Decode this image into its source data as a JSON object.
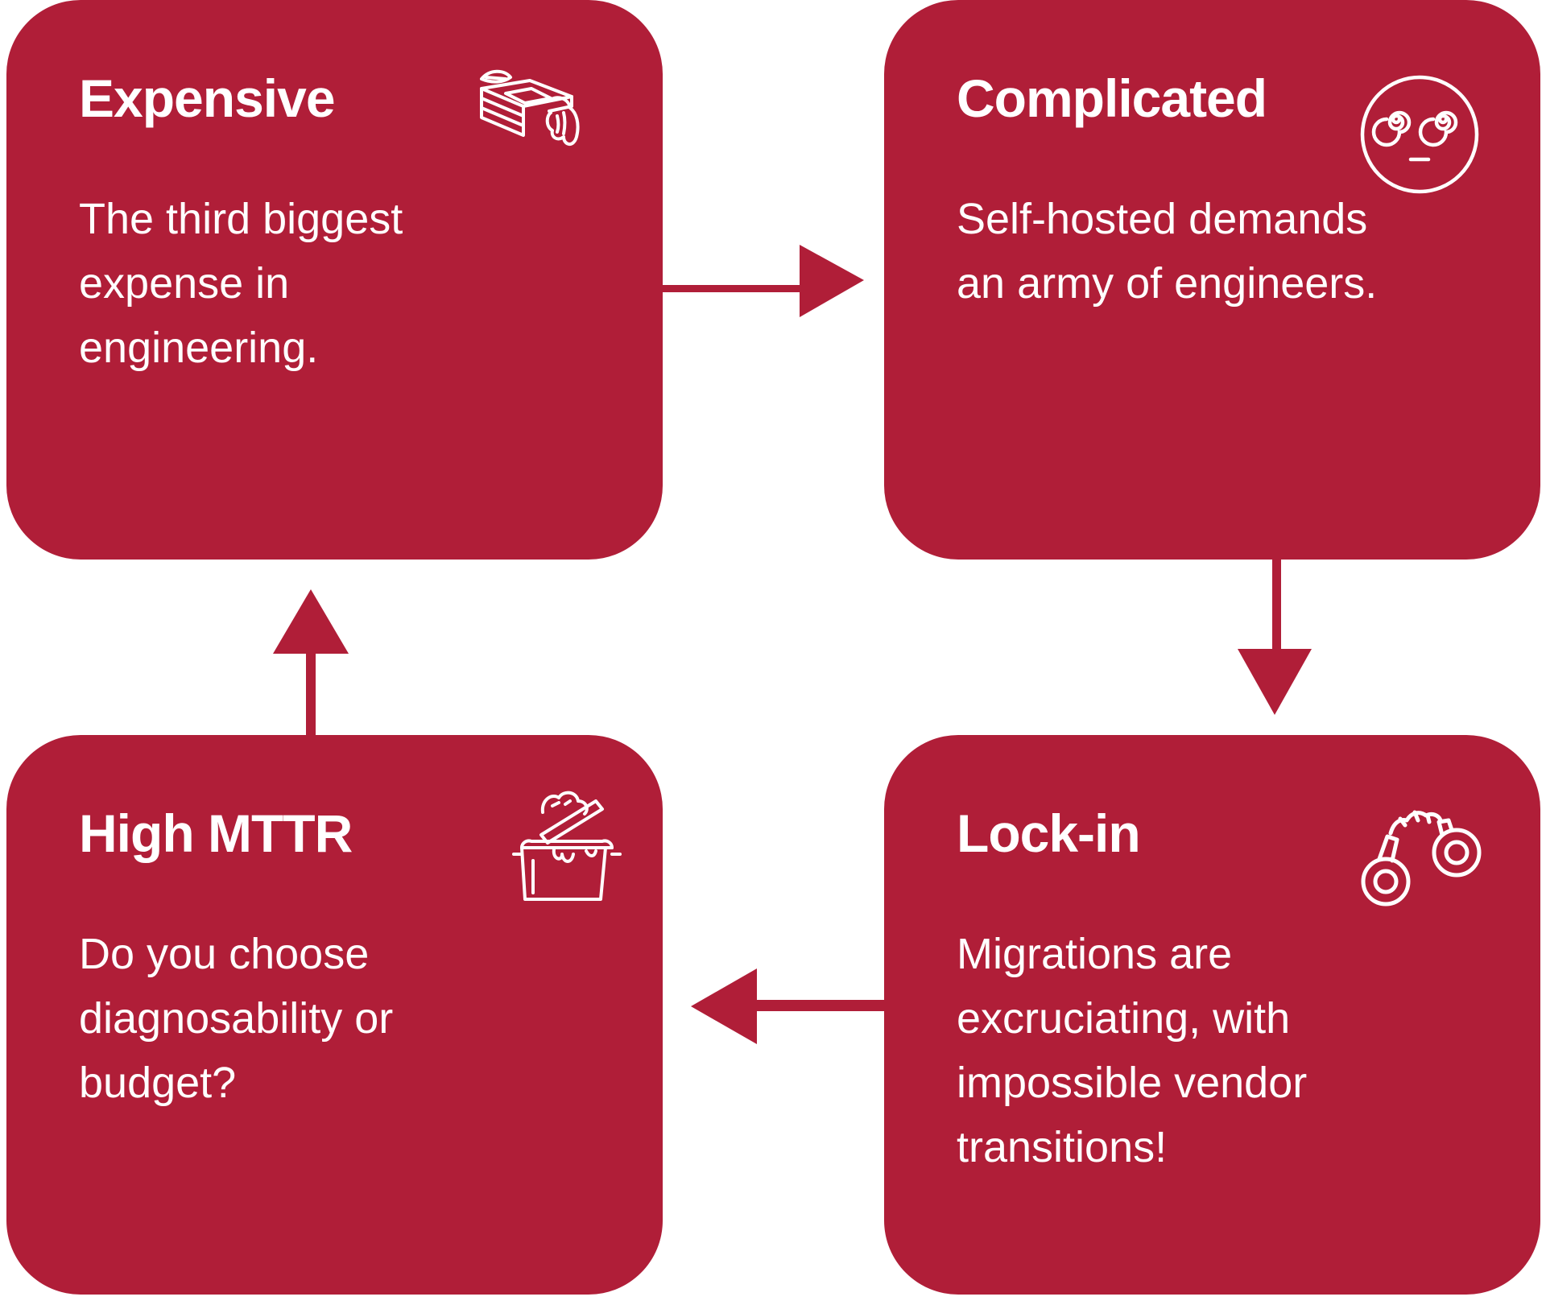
{
  "colors": {
    "card": "#B01E38",
    "text": "#FFFFFF",
    "background": "#FFFFFF"
  },
  "cards": [
    {
      "key": "expensive",
      "title": "Expensive",
      "body_lines": [
        "The third biggest",
        "expense in",
        "engineering."
      ],
      "icon": "money-stack-with-wings-icon"
    },
    {
      "key": "complicated",
      "title": "Complicated",
      "body_lines": [
        "Self-hosted demands",
        "an army of engineers."
      ],
      "icon": "dizzy-face-icon"
    },
    {
      "key": "lockin",
      "title": "Lock-in",
      "body_lines": [
        "Migrations are",
        "excruciating, with",
        "impossible vendor",
        "transitions!"
      ],
      "icon": "handcuffs-icon"
    },
    {
      "key": "highmttr",
      "title": "High MTTR",
      "body_lines": [
        "Do you choose",
        "diagnosability or",
        "budget?"
      ],
      "icon": "boiling-pot-icon"
    }
  ],
  "flow": [
    "expensive → complicated",
    "complicated → lockin",
    "lockin → highmttr",
    "highmttr → expensive"
  ]
}
